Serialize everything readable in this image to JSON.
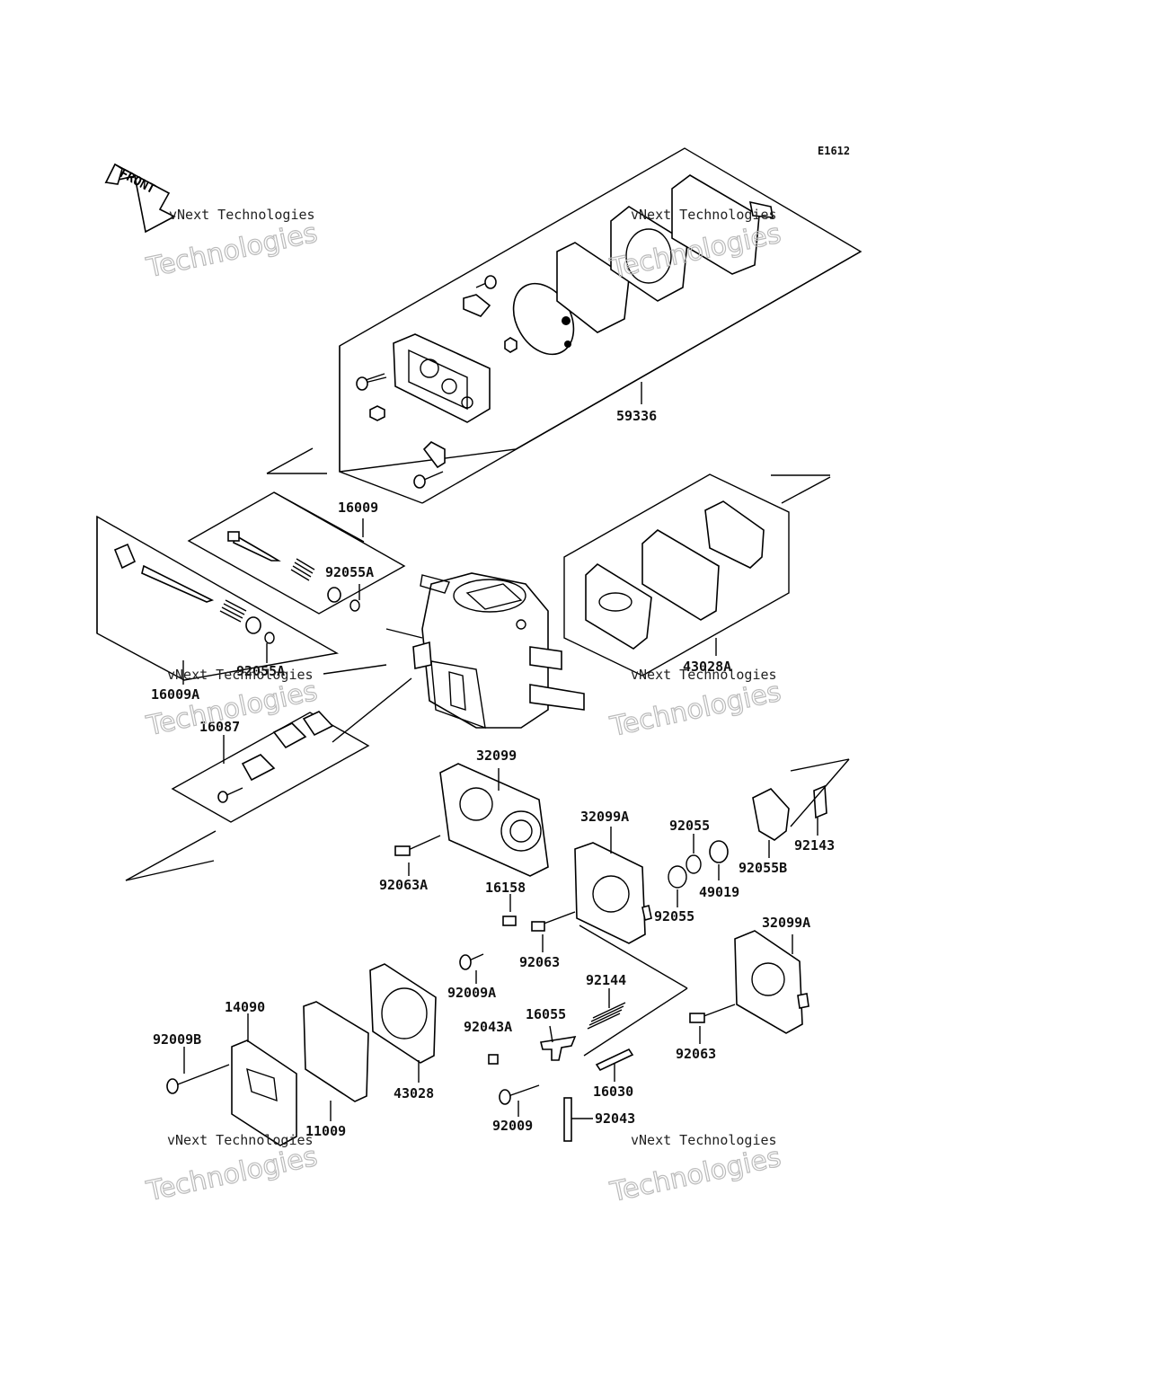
{
  "diagram": {
    "code": "E1612",
    "front_label": "FRONT",
    "watermark": {
      "line1": "vNext Technologies",
      "line2": "Technologies"
    },
    "watermark_overlay": "vNext",
    "parts": {
      "p59336": "59336",
      "p16009": "16009",
      "p92055A_1": "92055A",
      "p92055A_2": "92055A",
      "p16009A": "16009A",
      "p43028A": "43028A",
      "p16087": "16087",
      "p32099": "32099",
      "p32099A_1": "32099A",
      "p92055_1": "92055",
      "p92055_2": "92055",
      "p92143": "92143",
      "p92055B": "92055B",
      "p49019": "49019",
      "p92063A": "92063A",
      "p16158": "16158",
      "p92063_1": "92063",
      "p32099A_2": "32099A",
      "p92009A": "92009A",
      "p92144": "92144",
      "p14090": "14090",
      "p92009B": "92009B",
      "p92043A": "92043A",
      "p16055": "16055",
      "p92063_2": "92063",
      "p43028": "43028",
      "p16030": "16030",
      "p92009": "92009",
      "p92043": "92043",
      "p11009": "11009"
    }
  }
}
